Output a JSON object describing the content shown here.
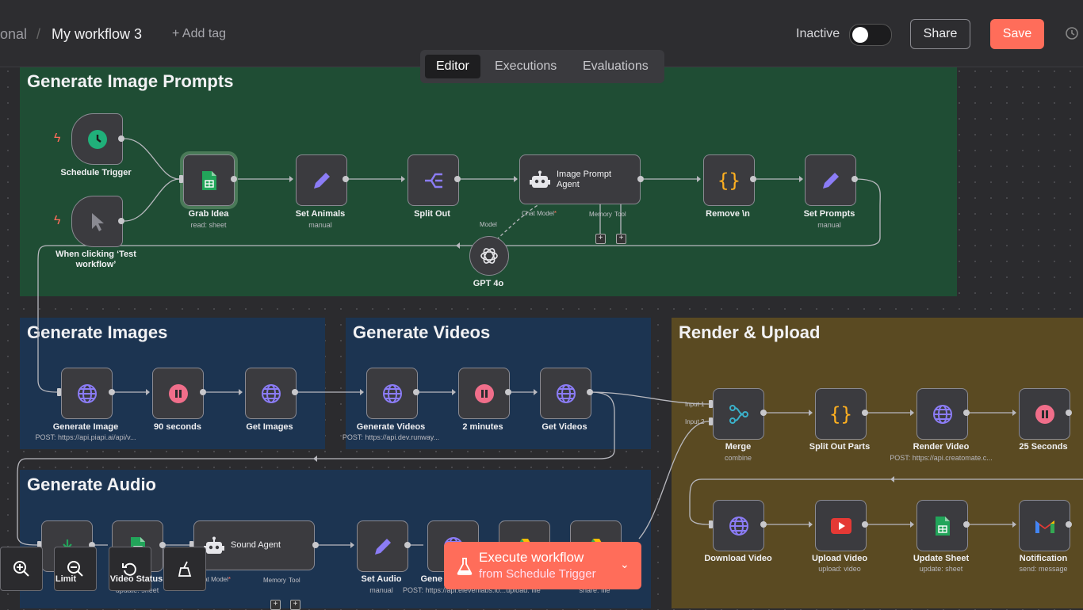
{
  "header": {
    "crumb_tail": "onal",
    "workflow_name": "My workflow 3",
    "add_tag": "+ Add tag",
    "status_label": "Inactive",
    "share_label": "Share",
    "save_label": "Save"
  },
  "tabs": [
    "Editor",
    "Executions",
    "Evaluations"
  ],
  "groups": {
    "g1": "Generate Image Prompts",
    "g2": "Generate Images",
    "g3": "Generate Videos",
    "g4": "Render & Upload",
    "g5": "Generate Audio"
  },
  "nodes": {
    "schedule": {
      "label": "Schedule Trigger"
    },
    "manual": {
      "label": "When clicking ‘Test workflow’"
    },
    "grab_idea": {
      "label": "Grab Idea",
      "sub": "read: sheet"
    },
    "set_animals": {
      "label": "Set Animals",
      "sub": "manual"
    },
    "split_out": {
      "label": "Split Out"
    },
    "image_prompt_agent": {
      "label": "Image Prompt Agent",
      "port_chat": "Chat Model",
      "port_memory": "Memory",
      "port_tool": "Tool"
    },
    "remove_n": {
      "label": "Remove \\n"
    },
    "set_prompts": {
      "label": "Set Prompts",
      "sub": "manual"
    },
    "gpt4o": {
      "label": "GPT 4o",
      "port": "Model"
    },
    "generate_image": {
      "label": "Generate Image",
      "sub": "POST: https://api.piapi.ai/api/v..."
    },
    "wait_90": {
      "label": "90 seconds"
    },
    "get_images": {
      "label": "Get Images"
    },
    "generate_videos": {
      "label": "Generate Videos",
      "sub": "POST: https://api.dev.runway..."
    },
    "wait_2m": {
      "label": "2 minutes"
    },
    "get_videos": {
      "label": "Get Videos"
    },
    "merge": {
      "label": "Merge",
      "sub": "combine",
      "in1": "Input 1",
      "in2": "Input 2"
    },
    "split_out_parts": {
      "label": "Split Out Parts"
    },
    "render_video": {
      "label": "Render Video",
      "sub": "POST: https://api.creatomate.c..."
    },
    "wait_25": {
      "label": "25 Seconds"
    },
    "download_video": {
      "label": "Download Video"
    },
    "upload_video": {
      "label": "Upload Video",
      "sub": "upload: video"
    },
    "update_sheet": {
      "label": "Update Sheet",
      "sub": "update: sheet"
    },
    "notification": {
      "label": "Notification",
      "sub": "send: message"
    },
    "sound_agent": {
      "label": "Sound Agent",
      "port_chat": "Chat Model",
      "port_memory": "Memory",
      "port_tool": "Tool"
    },
    "set_audio": {
      "label": "Set Audio",
      "sub": "manual"
    },
    "gene": {
      "label": "Gene",
      "sub": "POST: https://api.elevenlabs.io..."
    },
    "upload_file": {
      "sub": "upload: file"
    },
    "share_file": {
      "sub": "share: file"
    },
    "limit": {
      "label": "Limit"
    },
    "video_status": {
      "label": "Video Status",
      "sub": "update: sheet"
    }
  },
  "execute": {
    "line1": "Execute workflow",
    "line2": "from Schedule Trigger"
  },
  "colors": {
    "accent": "#ff6d5a",
    "green_group": "#1f4d34",
    "blue_group": "#1c3451",
    "brown_group": "#5a4a22"
  }
}
